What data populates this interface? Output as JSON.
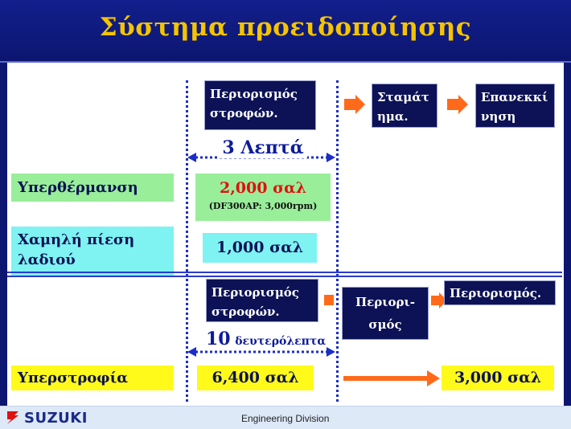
{
  "title": "Σύστημα προειδοποίησης",
  "top_row": {
    "limit_box": "Περιορισμός στροφών.",
    "stop_box": "Σταμάτ ημα.",
    "restart_box": "Επανεκκί νηση",
    "duration_label": "3 Λεπτά"
  },
  "overheat": {
    "label": "Υπερθέρμανση",
    "value": "2,000 σαλ",
    "note": "(DF300AP: 3,000rpm)"
  },
  "low_oil": {
    "label": "Χαμηλή πίεση λαδιού",
    "value": "1,000 σαλ"
  },
  "middle_row": {
    "limit_box": "Περιορισμός στροφών.",
    "limit2_box": "Περιορι- σμός",
    "limit3_box": "Περιορισμός.",
    "duration_number": "10",
    "duration_unit": "δευτερόλεπτα"
  },
  "overspeed": {
    "label": "Υπερστροφία",
    "value": "6,400 σαλ",
    "result": "3,000 σαλ"
  },
  "footer": {
    "brand": "SUZUKI",
    "division": "Engineering Division"
  },
  "colors": {
    "navy": "#0c1255",
    "gold": "#f5c400",
    "green": "#99ee99",
    "cyan": "#7ff2f2",
    "yellow": "#fffa1a",
    "orange": "#ff6a1a",
    "red_value": "#e01010",
    "dotted_blue": "#1b2ec8"
  }
}
